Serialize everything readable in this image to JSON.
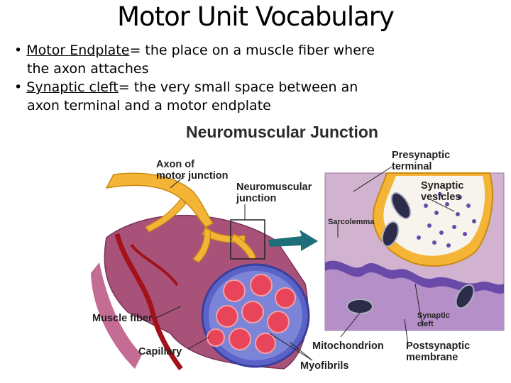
{
  "slide": {
    "title": "Motor Unit Vocabulary",
    "bullets": [
      {
        "marker": "•",
        "term": "Motor Endplate",
        "definition": "= the place on a muscle fiber where the axon attaches"
      },
      {
        "marker": "•",
        "term": "Synaptic cleft",
        "definition": "= the very small space between an axon terminal and a motor endplate"
      }
    ]
  },
  "diagram": {
    "title": "Neuromuscular Junction",
    "labels": {
      "axon_line1": "Axon of",
      "axon_line2": "motor junction",
      "nmj_line1": "Neuromuscular",
      "nmj_line2": "junction",
      "presynaptic_line1": "Presynaptic",
      "presynaptic_line2": "terminal",
      "vesicles_line1": "Synaptic",
      "vesicles_line2": "vesicles",
      "sarcolemma": "Sarcolemma",
      "muscle_fiber": "Muscle fiber",
      "capillary": "Capillary",
      "mitochondrion": "Mitochondrion",
      "myofibrils": "Myofibrils",
      "cleft_line1": "Synaptic",
      "cleft_line2": "cleft",
      "postsynaptic_line1": "Postsynaptic",
      "postsynaptic_line2": "membrane"
    },
    "colors": {
      "axon": "#f4b436",
      "muscle": "#a8527a",
      "myofibril": "#e8455a",
      "membrane": "#6a4aa8",
      "capillary": "#a3121b",
      "arrow": "#1f6f7a"
    }
  }
}
